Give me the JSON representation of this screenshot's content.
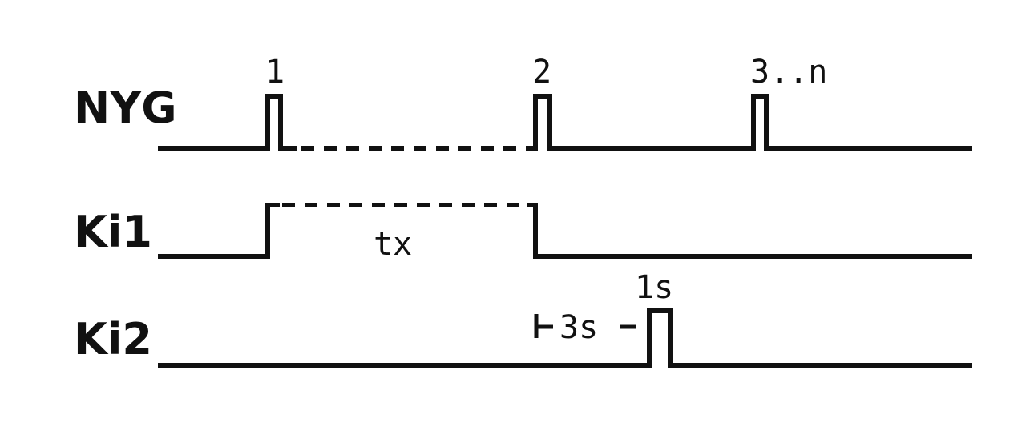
{
  "signals": [
    {
      "id": "nyg",
      "label": "NYG"
    },
    {
      "id": "ki1",
      "label": "Ki1"
    },
    {
      "id": "ki2",
      "label": "Ki2"
    }
  ],
  "pulse_labels": [
    "1",
    "2",
    "3..n"
  ],
  "annotations": {
    "tx": "tx",
    "delay": "3s",
    "pulse_width": "1s"
  },
  "colors": {
    "line": "#111111",
    "background": "#ffffff"
  }
}
